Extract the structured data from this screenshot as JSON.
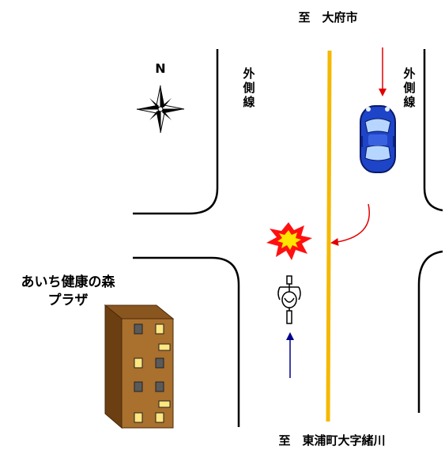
{
  "labels": {
    "north_destination": "至　大府市",
    "south_destination": "至　東浦町大字緒川",
    "outer_line_left": [
      "外",
      "側",
      "線"
    ],
    "outer_line_right": [
      "外",
      "側",
      "線"
    ],
    "building_name_line1": "あいち健康の森",
    "building_name_line2": "プラザ",
    "compass_north": "N"
  },
  "colors": {
    "center_line": "#f5b800",
    "car_body": "#1e44c8",
    "car_outline": "#0a1a66",
    "car_window": "#b7d6ff",
    "car_path_arrow": "#e00000",
    "bicycle_path_arrow": "#00008b",
    "collision_outer": "#ff1010",
    "collision_inner": "#ffe600",
    "building_front": "#a9702e",
    "building_side": "#6b3f12",
    "building_roof": "#8a5620",
    "window_dark": "#5a5a5a",
    "window_lit": "#ffe680",
    "road_edge": "#000000"
  },
  "icons": {
    "compass": "compass-rose-icon",
    "car": "car-icon",
    "bicycle": "bicycle-icon",
    "collision": "collision-burst-icon"
  }
}
